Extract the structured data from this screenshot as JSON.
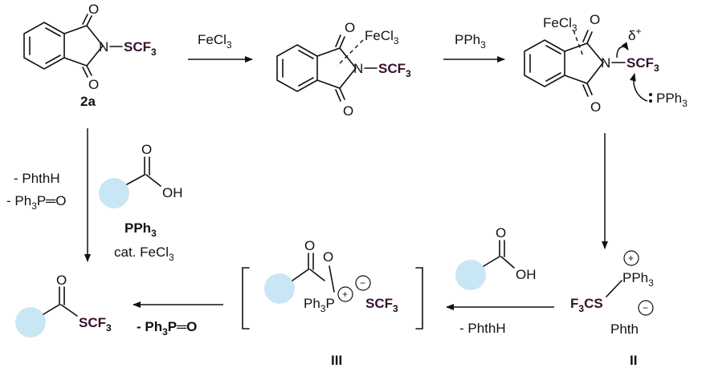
{
  "structures": {
    "s2a": {
      "label": "2a",
      "O_top": "O",
      "O_bottom": "O",
      "N": "N",
      "SCF3_main": "SCF",
      "SCF3_sub": "3"
    },
    "int1": {
      "FeCl3": "FeCl",
      "FeCl3_sub": "3",
      "O_top": "O",
      "O_bottom": "O",
      "N": "N",
      "SCF3_main": "SCF",
      "SCF3_sub": "3"
    },
    "int2": {
      "FeCl3": "FeCl",
      "FeCl3_sub": "3",
      "O_top": "O",
      "O_bottom": "O",
      "N": "N",
      "SCF3_main": "SCF",
      "SCF3_sub": "3",
      "delta": "δ",
      "delta_sup": "+",
      "PPh3_main": "PPh",
      "PPh3_sub": "3"
    },
    "acid_mid": {
      "O": "O",
      "OH": "OH"
    },
    "acid_right": {
      "O": "O",
      "OH": "OH"
    },
    "II": {
      "label": "II",
      "plus": "+",
      "minus": "−",
      "PPh3_main": "PPh",
      "PPh3_sub": "3",
      "F3CS_main": "F",
      "F3CS_sub": "3",
      "F3CS_rest": "CS",
      "Phth": "Phth"
    },
    "III": {
      "label": "III",
      "O_carbonyl": "O",
      "O_ester": "O",
      "Ph3P_main": "Ph",
      "Ph3P_sub": "3",
      "Ph3P_P": "P",
      "plus": "+",
      "minus": "−",
      "SCF3_main": "SCF",
      "SCF3_sub": "3"
    },
    "product": {
      "O": "O",
      "SCF3_main": "SCF",
      "SCF3_sub": "3"
    }
  },
  "arrows": {
    "a1": {
      "reagent_main": "FeCl",
      "reagent_sub": "3"
    },
    "a2": {
      "reagent_main": "PPh",
      "reagent_sub": "3"
    },
    "a3": {
      "side_line1": "- PhthH",
      "side_line2_a": "- Ph",
      "side_line2_sub": "3",
      "side_line2_b": "P═O",
      "reagent_main": "PPh",
      "reagent_sub": "3",
      "cat_main": "cat. FeCl",
      "cat_sub": "3"
    },
    "a4": {
      "byproduct": "- PhthH"
    },
    "a5": {
      "byproduct_a": "- Ph",
      "byproduct_sub": "3",
      "byproduct_b": "P═O"
    }
  }
}
